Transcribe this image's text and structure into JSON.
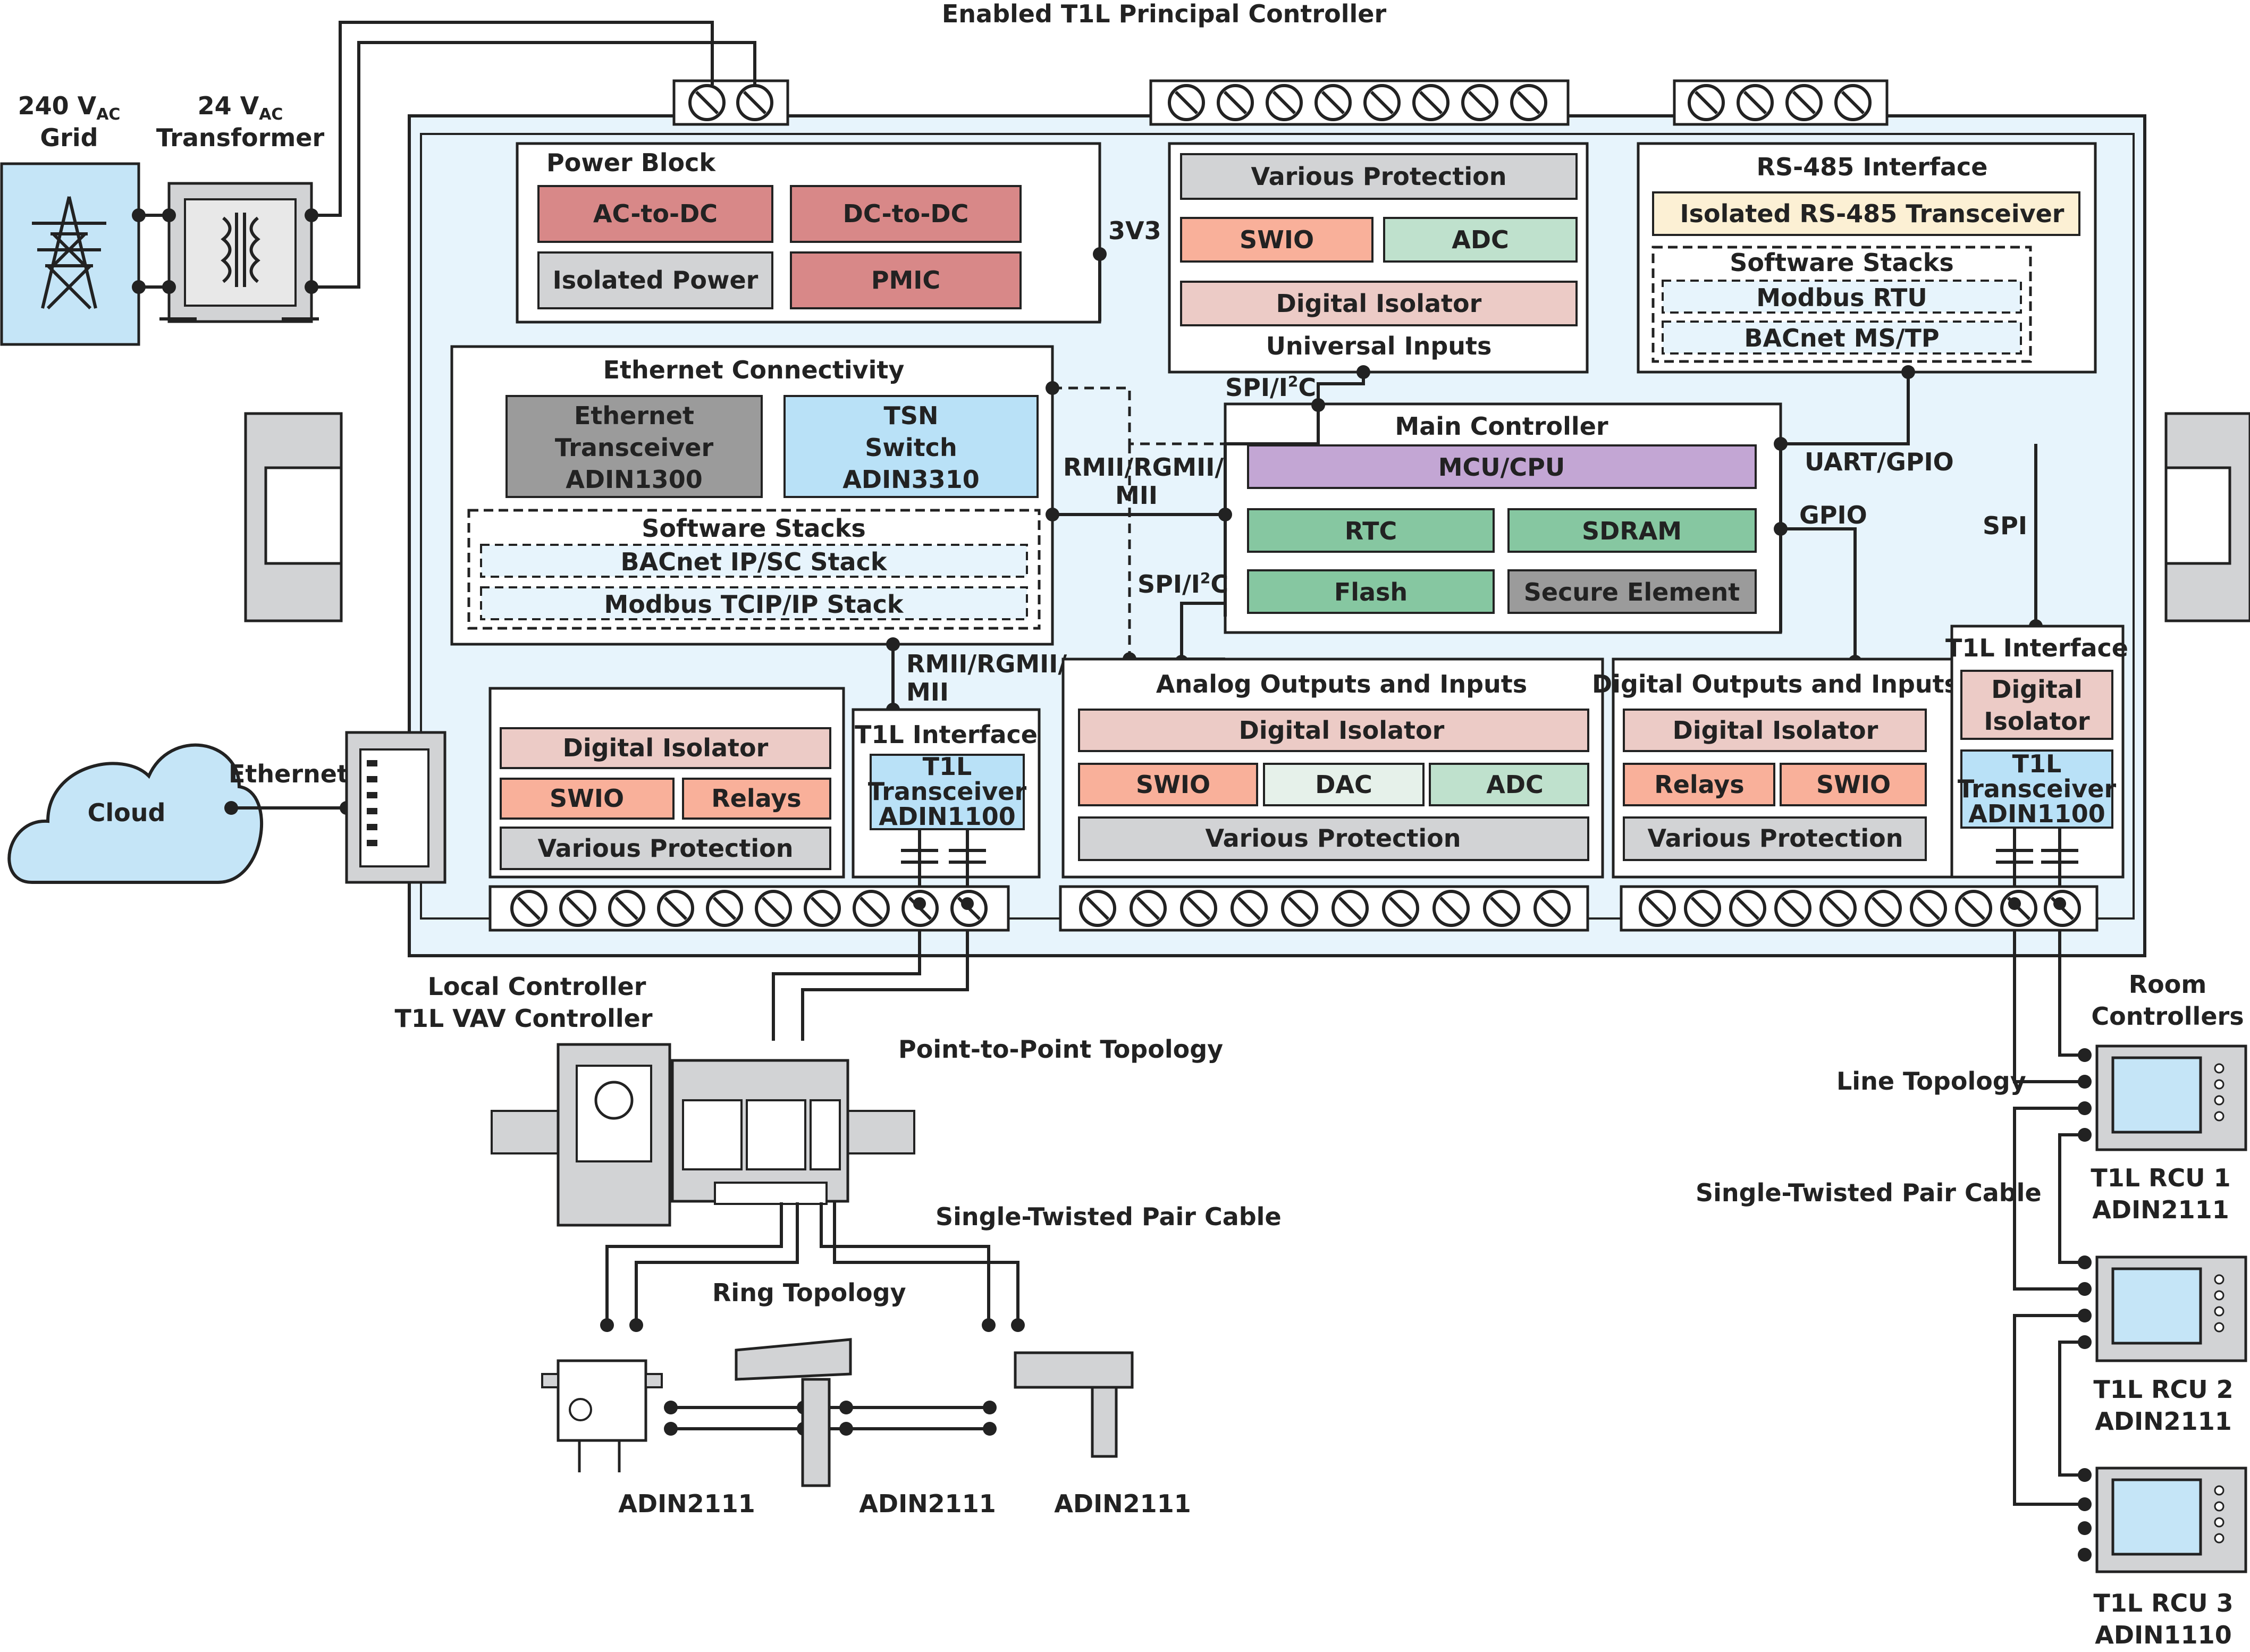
{
  "title": "Enabled T1L Principal Controller",
  "grid": {
    "label": "240 V",
    "sub": "AC",
    "label2": "Grid"
  },
  "transformer": {
    "label": "24 V",
    "sub": "AC",
    "label2": "Transformer"
  },
  "power_block": {
    "title": "Power Block",
    "items": [
      "AC-to-DC",
      "DC-to-DC",
      "Isolated Power",
      "PMIC"
    ],
    "rail": "3V3"
  },
  "ethernet_connectivity": {
    "title": "Ethernet Connectivity",
    "transceiver": [
      "Ethernet",
      "Transceiver",
      "ADIN1300"
    ],
    "switch": [
      "TSN",
      "Switch",
      "ADIN3310"
    ],
    "stacks_title": "Software Stacks",
    "stacks": [
      "BACnet IP/SC Stack",
      "Modbus TCIP/IP Stack"
    ]
  },
  "universal_inputs": {
    "title": "Universal Inputs",
    "items": [
      "Various Protection",
      "SWIO",
      "ADC",
      "Digital Isolator"
    ]
  },
  "rs485": {
    "title": "RS-485 Interface",
    "transceiver": "Isolated RS-485 Transceiver",
    "stacks_title": "Software Stacks",
    "stacks": [
      "Modbus RTU",
      "BACnet MS/TP"
    ]
  },
  "main_controller": {
    "title": "Main Controller",
    "items": [
      "MCU/CPU",
      "RTC",
      "SDRAM",
      "Flash",
      "Secure Element"
    ]
  },
  "bus_labels": {
    "spi_i2c": "SPI/I",
    "sup2": "2",
    "c": "C",
    "rmii1": "RMII/RGMII/",
    "mii": "MII",
    "uart": "UART/GPIO",
    "gpio": "GPIO",
    "spi": "SPI"
  },
  "io_left": {
    "items": [
      "Digital Isolator",
      "SWIO",
      "Relays",
      "Various Protection"
    ]
  },
  "t1l_left": {
    "title": "T1L Interface",
    "transceiver": [
      "T1L",
      "Transceiver",
      "ADIN1100"
    ]
  },
  "analog_io": {
    "title": "Analog Outputs and Inputs",
    "items": [
      "Digital Isolator",
      "SWIO",
      "DAC",
      "ADC",
      "Various Protection"
    ]
  },
  "digital_io": {
    "title": "Digital Outputs and Inputs",
    "items": [
      "Digital Isolator",
      "Relays",
      "SWIO",
      "Various Protection"
    ]
  },
  "t1l_right": {
    "title": "T1L Interface",
    "isolator": [
      "Digital",
      "Isolator"
    ],
    "transceiver": [
      "T1L",
      "Transceiver",
      "ADIN1100"
    ]
  },
  "cloud": {
    "label": "Cloud",
    "link": "Ethernet"
  },
  "local_controller": {
    "line1": "Local Controller",
    "line2": "T1L VAV Controller"
  },
  "topologies": {
    "p2p": "Point-to-Point Topology",
    "cable_left": "Single-Twisted Pair Cable",
    "ring": "Ring Topology",
    "line": "Line Topology",
    "cable_right": "Single-Twisted Pair Cable"
  },
  "sensors": [
    "ADIN2111",
    "ADIN2111",
    "ADIN2111"
  ],
  "room_controllers": {
    "title": [
      "Room",
      "Controllers"
    ],
    "units": [
      {
        "name": "T1L RCU 1",
        "chip": "ADIN2111"
      },
      {
        "name": "T1L RCU 2",
        "chip": "ADIN2111"
      },
      {
        "name": "T1L RCU 3",
        "chip": "ADIN1110"
      }
    ]
  },
  "colors": {
    "board": "#e7f4fc",
    "power_red": "#d88888",
    "gray": "#d2d3d5",
    "dark_gray": "#9b9b9b",
    "light_blue": "#b9e1f7",
    "orange": "#f9b09a",
    "mint": "#bfe1cd",
    "pink": "#eccbc6",
    "purple": "#c3a6d4",
    "green": "#86c7a1",
    "cream": "#fcf0d4",
    "cloud": "#c5e5f7"
  }
}
